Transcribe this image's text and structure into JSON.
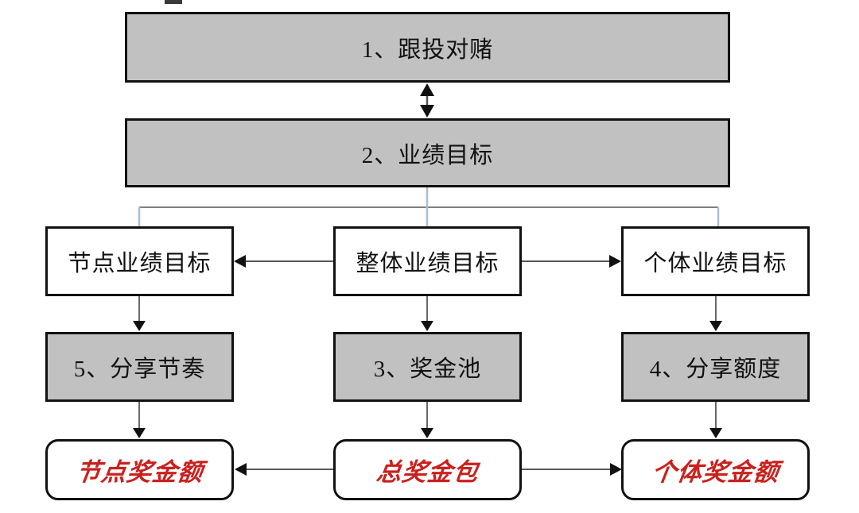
{
  "diagram": {
    "nodes": {
      "follow_invest_bet": {
        "label": "1、跟投对赌",
        "shape": "rect",
        "fill": "gray"
      },
      "performance_target": {
        "label": "2、业绩目标",
        "shape": "rect",
        "fill": "gray"
      },
      "node_performance_target": {
        "label": "节点业绩目标",
        "shape": "rect",
        "fill": "white"
      },
      "overall_performance_target": {
        "label": "整体业绩目标",
        "shape": "rect",
        "fill": "white"
      },
      "individual_performance_target": {
        "label": "个体业绩目标",
        "shape": "rect",
        "fill": "white"
      },
      "sharing_rhythm": {
        "label": "5、分享节奏",
        "shape": "rect",
        "fill": "gray"
      },
      "bonus_pool": {
        "label": "3、奖金池",
        "shape": "rect",
        "fill": "gray"
      },
      "sharing_quota": {
        "label": "4、分享额度",
        "shape": "rect",
        "fill": "gray"
      },
      "node_bonus_amount": {
        "label": "节点奖金额",
        "shape": "rounded",
        "fill": "white",
        "text_color": "red"
      },
      "total_bonus_package": {
        "label": "总奖金包",
        "shape": "rounded",
        "fill": "white",
        "text_color": "red"
      },
      "individual_bonus_amount": {
        "label": "个体奖金额",
        "shape": "rounded",
        "fill": "white",
        "text_color": "red"
      }
    },
    "edges": [
      {
        "from": "follow_invest_bet",
        "to": "performance_target",
        "type": "double-arrow"
      },
      {
        "from": "performance_target",
        "to": "node_performance_target",
        "type": "elbow-line"
      },
      {
        "from": "performance_target",
        "to": "overall_performance_target",
        "type": "elbow-line"
      },
      {
        "from": "performance_target",
        "to": "individual_performance_target",
        "type": "elbow-line"
      },
      {
        "from": "overall_performance_target",
        "to": "node_performance_target",
        "type": "arrow"
      },
      {
        "from": "overall_performance_target",
        "to": "individual_performance_target",
        "type": "arrow"
      },
      {
        "from": "node_performance_target",
        "to": "sharing_rhythm",
        "type": "arrow"
      },
      {
        "from": "overall_performance_target",
        "to": "bonus_pool",
        "type": "arrow"
      },
      {
        "from": "individual_performance_target",
        "to": "sharing_quota",
        "type": "arrow"
      },
      {
        "from": "sharing_rhythm",
        "to": "node_bonus_amount",
        "type": "arrow"
      },
      {
        "from": "bonus_pool",
        "to": "total_bonus_package",
        "type": "arrow"
      },
      {
        "from": "sharing_quota",
        "to": "individual_bonus_amount",
        "type": "arrow"
      },
      {
        "from": "total_bonus_package",
        "to": "node_bonus_amount",
        "type": "arrow"
      },
      {
        "from": "total_bonus_package",
        "to": "individual_bonus_amount",
        "type": "arrow"
      }
    ]
  },
  "colors": {
    "box_fill_gray": "#c1c1c1",
    "box_fill_white": "#ffffff",
    "border_black": "#111111",
    "connector_blue": "#a9bdd7",
    "connector_gray": "#7f7f7f",
    "arrow_line_gray": "#595959",
    "arrowhead_black": "#111111",
    "highlight_text_red": "#c9211e"
  }
}
